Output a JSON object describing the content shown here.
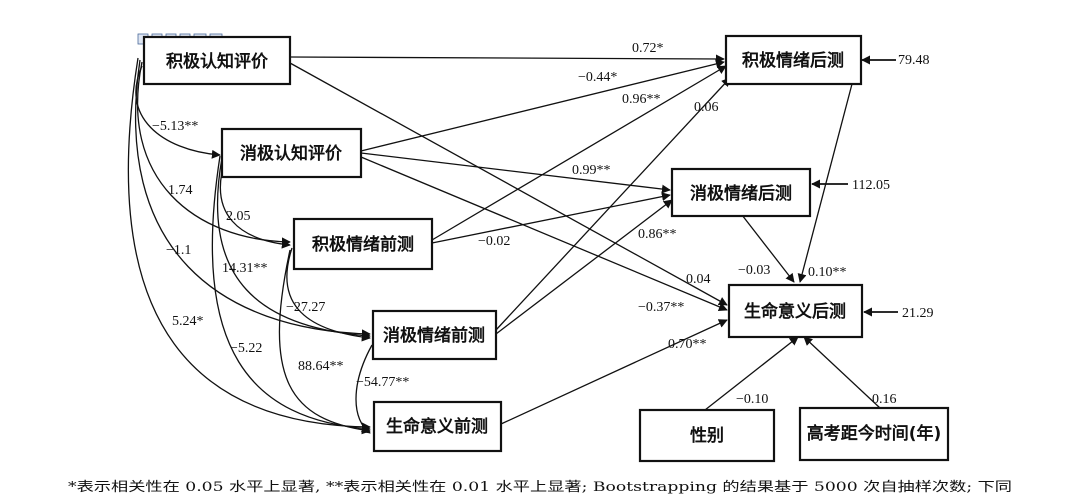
{
  "toolbar": {
    "close_symbol": "×",
    "icons": [
      "save-icon",
      "copy-icon",
      "print-icon",
      "save-as-icon",
      "image-icon",
      "zoom-icon"
    ]
  },
  "nodes": {
    "pos_cog": "积极认知评价",
    "neg_cog": "消极认知评价",
    "pos_emo_pre": "积极情绪前测",
    "neg_emo_pre": "消极情绪前测",
    "life_pre": "生命意义前测",
    "pos_emo_post": "积极情绪后测",
    "neg_emo_post": "消极情绪后测",
    "life_post": "生命意义后测",
    "gender": "性别",
    "exam_time": "高考距今时间(年)"
  },
  "residuals": {
    "pos_emo_post": "79.48",
    "neg_emo_post": "112.05",
    "life_post": "21.29"
  },
  "paths": {
    "poscog_posemo": "0.72*",
    "negcog_posemo": "−0.44*",
    "posemopre_posemo": "0.96**",
    "negemopre_posemo": "0.06",
    "negcog_negemo": "0.99**",
    "posemopre_negemo": "−0.02",
    "negemopre_negemo": "0.86**",
    "poscog_life": "0.04",
    "negcog_life": "−0.37**",
    "lifepre_life": "0.70**",
    "negemo_life": "−0.03",
    "posemo_life": "0.10**",
    "gender_life": "−0.10",
    "time_life": "0.16"
  },
  "covariances": {
    "poscog_negcog": "−5.13**",
    "poscog_posemopre": "1.74",
    "negcog_posemopre": "2.05",
    "poscog_negemopre": "−1.1",
    "negcog_negemopre": "14.31**",
    "posemopre_negemopre": "−27.27",
    "poscog_lifepre": "5.24*",
    "negcog_lifepre": "−5.22",
    "posemopre_lifepre": "88.64**",
    "negemopre_lifepre": "−54.77**"
  },
  "footnote": "*表示相关性在 0.05 水平上显著, **表示相关性在 0.01 水平上显著; Bootstrapping 的结果基于 5000 次自抽样次数; 下同"
}
